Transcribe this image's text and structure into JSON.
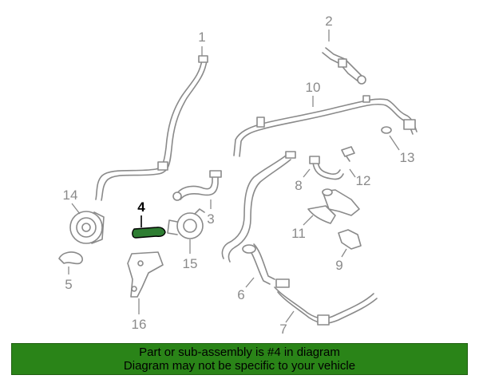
{
  "colors": {
    "notice_background": "#2a8418",
    "highlight_part": "#2e7d32",
    "line_gray": "#8a8a8a"
  },
  "callouts": [
    {
      "number": "1",
      "highlighted": false
    },
    {
      "number": "2",
      "highlighted": false
    },
    {
      "number": "3",
      "highlighted": false
    },
    {
      "number": "4",
      "highlighted": true
    },
    {
      "number": "5",
      "highlighted": false
    },
    {
      "number": "6",
      "highlighted": false
    },
    {
      "number": "7",
      "highlighted": false
    },
    {
      "number": "8",
      "highlighted": false
    },
    {
      "number": "9",
      "highlighted": false
    },
    {
      "number": "10",
      "highlighted": false
    },
    {
      "number": "11",
      "highlighted": false
    },
    {
      "number": "12",
      "highlighted": false
    },
    {
      "number": "13",
      "highlighted": false
    },
    {
      "number": "14",
      "highlighted": false
    },
    {
      "number": "15",
      "highlighted": false
    },
    {
      "number": "16",
      "highlighted": false
    }
  ],
  "notice": {
    "line1": "Part or sub-assembly is #4 in diagram",
    "line2": "Diagram may not be specific to your vehicle"
  }
}
